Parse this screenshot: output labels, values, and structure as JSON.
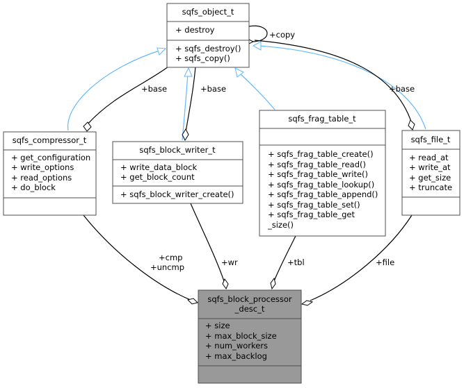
{
  "classes": {
    "object": {
      "name": "sqfs_object_t",
      "attributes": [
        "+ destroy"
      ],
      "methods": [
        "+ sqfs_destroy()",
        "+ sqfs_copy()"
      ]
    },
    "compressor": {
      "name": "sqfs_compressor_t",
      "attributes": [
        "+ get_configuration",
        "+ write_options",
        "+ read_options",
        "+ do_block"
      ],
      "methods": []
    },
    "block_writer": {
      "name": "sqfs_block_writer_t",
      "attributes": [
        "+ write_data_block",
        "+ get_block_count"
      ],
      "methods": [
        "+ sqfs_block_writer_create()"
      ]
    },
    "frag_table": {
      "name": "sqfs_frag_table_t",
      "attributes": [],
      "methods": [
        "+ sqfs_frag_table_create()",
        "+ sqfs_frag_table_read()",
        "+ sqfs_frag_table_write()",
        "+ sqfs_frag_table_lookup()",
        "+ sqfs_frag_table_append()",
        "+ sqfs_frag_table_set()",
        "+ sqfs_frag_table_get",
        "_size()"
      ]
    },
    "file": {
      "name": "sqfs_file_t",
      "attributes": [
        "+ read_at",
        "+ write_at",
        "+ get_size",
        "+ truncate"
      ],
      "methods": []
    },
    "processor": {
      "name_line1": "sqfs_block_processor",
      "name_line2": "_desc_t",
      "attributes": [
        "+ size",
        "+ max_block_size",
        "+ num_workers",
        "+ max_backlog"
      ],
      "methods": []
    }
  },
  "edge_labels": {
    "copy": "+copy",
    "base_compressor": "+base",
    "base_block_writer": "+base",
    "base_file": "+base",
    "cmp": "+cmp",
    "uncmp": "+uncmp",
    "wr": "+wr",
    "tbl": "+tbl",
    "file": "+file"
  },
  "colors": {
    "inheritance": "#63b8ff",
    "association": "#000000",
    "highlight_fill": "#999999"
  }
}
